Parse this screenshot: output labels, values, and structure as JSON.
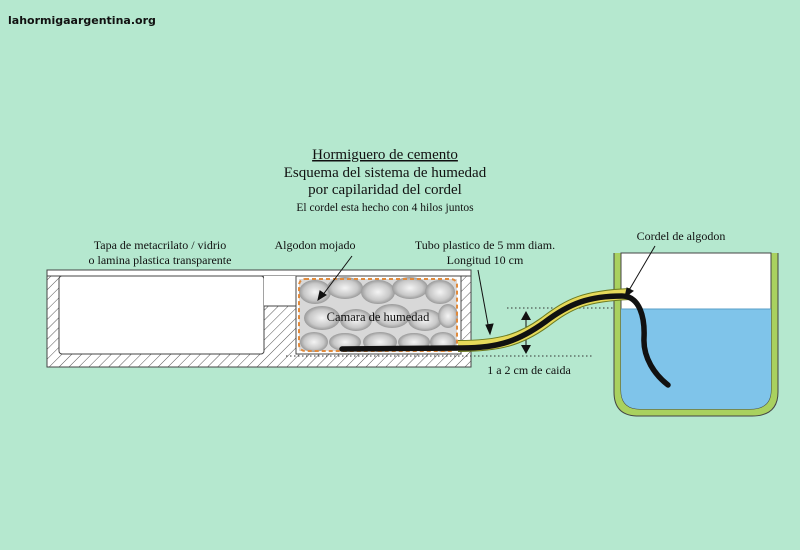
{
  "site": "lahormigaargentina.org",
  "title": "Hormiguero de cemento",
  "subtitle1": "Esquema del sistema de humedad",
  "subtitle2": "por capilaridad del cordel",
  "note": "El cordel esta hecho con 4 hilos juntos",
  "labels": {
    "tapa1": "Tapa de metacrilato / vidrio",
    "tapa2": "o lamina plastica transparente",
    "algodon": "Algodon mojado",
    "tubo1": "Tubo plastico de 5 mm diam.",
    "tubo2": "Longitud 10 cm",
    "cordel": "Cordel de algodon",
    "camara": "Camara de humedad",
    "caida": "1 a 2 cm de caida"
  },
  "colors": {
    "background": "#b5e8cf",
    "water": "#7fc4ea",
    "glass_rim": "#a9d15f",
    "tube_outline": "#e6d95a",
    "cord": "#111111",
    "cotton_border": "#e08a3c"
  }
}
